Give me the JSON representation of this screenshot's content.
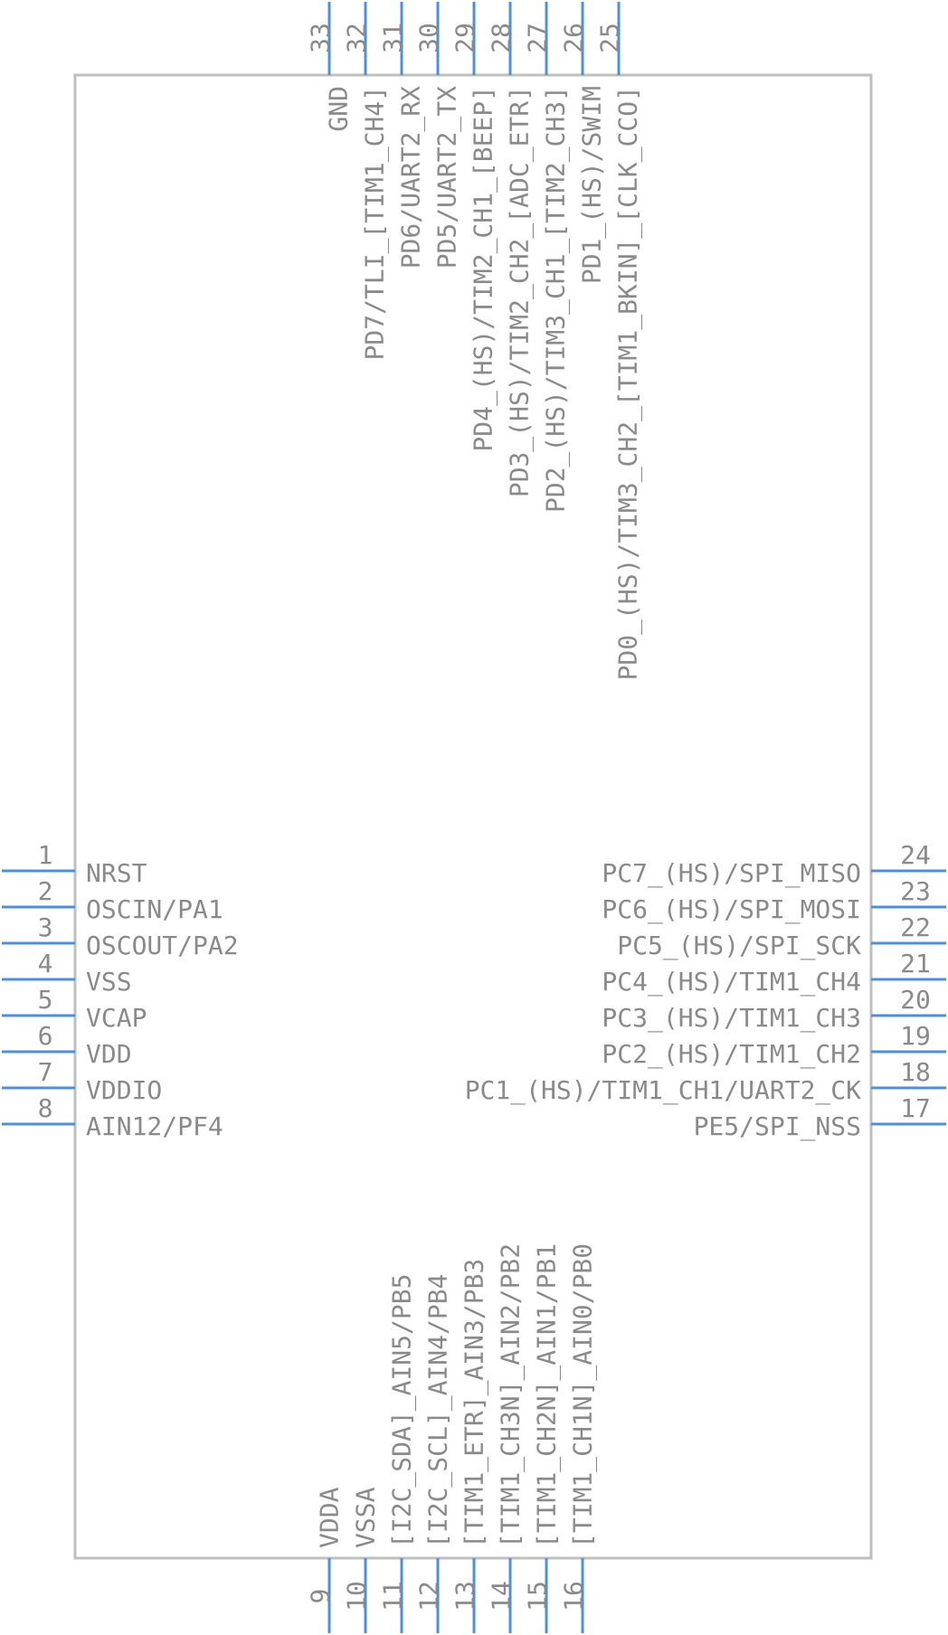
{
  "colors": {
    "pin": "#4a90e2",
    "body": "#bfbfbf",
    "text": "#8a8a8a"
  },
  "pins": {
    "left": [
      {
        "num": "1",
        "name": "NRST"
      },
      {
        "num": "2",
        "name": "OSCIN/PA1"
      },
      {
        "num": "3",
        "name": "OSCOUT/PA2"
      },
      {
        "num": "4",
        "name": "VSS"
      },
      {
        "num": "5",
        "name": "VCAP"
      },
      {
        "num": "6",
        "name": "VDD"
      },
      {
        "num": "7",
        "name": "VDDIO"
      },
      {
        "num": "8",
        "name": "AIN12/PF4"
      }
    ],
    "right": [
      {
        "num": "24",
        "name": "PC7_(HS)/SPI_MISO"
      },
      {
        "num": "23",
        "name": "PC6_(HS)/SPI_MOSI"
      },
      {
        "num": "22",
        "name": "PC5_(HS)/SPI_SCK"
      },
      {
        "num": "21",
        "name": "PC4_(HS)/TIM1_CH4"
      },
      {
        "num": "20",
        "name": "PC3_(HS)/TIM1_CH3"
      },
      {
        "num": "19",
        "name": "PC2_(HS)/TIM1_CH2"
      },
      {
        "num": "18",
        "name": "PC1_(HS)/TIM1_CH1/UART2_CK"
      },
      {
        "num": "17",
        "name": "PE5/SPI_NSS"
      }
    ],
    "top": [
      {
        "num": "33",
        "name": "GND"
      },
      {
        "num": "32",
        "name": "PD7/TLI_[TIM1_CH4]"
      },
      {
        "num": "31",
        "name": "PD6/UART2_RX"
      },
      {
        "num": "30",
        "name": "PD5/UART2_TX"
      },
      {
        "num": "29",
        "name": "PD4_(HS)/TIM2_CH1_[BEEP]"
      },
      {
        "num": "28",
        "name": "PD3_(HS)/TIM2_CH2_[ADC_ETR]"
      },
      {
        "num": "27",
        "name": "PD2_(HS)/TIM3_CH1_[TIM2_CH3]"
      },
      {
        "num": "26",
        "name": "PD1_(HS)/SWIM"
      },
      {
        "num": "25",
        "name": "PD0_(HS)/TIM3_CH2_[TIM1_BKIN]_[CLK_CCO]"
      }
    ],
    "bottom": [
      {
        "num": "9",
        "name": "VDDA"
      },
      {
        "num": "10",
        "name": "VSSA"
      },
      {
        "num": "11",
        "name": "[I2C_SDA]_AIN5/PB5"
      },
      {
        "num": "12",
        "name": "[I2C_SCL]_AIN4/PB4"
      },
      {
        "num": "13",
        "name": "[TIM1_ETR]_AIN3/PB3"
      },
      {
        "num": "14",
        "name": "[TIM1_CH3N]_AIN2/PB2"
      },
      {
        "num": "15",
        "name": "[TIM1_CH2N]_AIN1/PB1"
      },
      {
        "num": "16",
        "name": "[TIM1_CH1N]_AIN0/PB0"
      }
    ]
  }
}
